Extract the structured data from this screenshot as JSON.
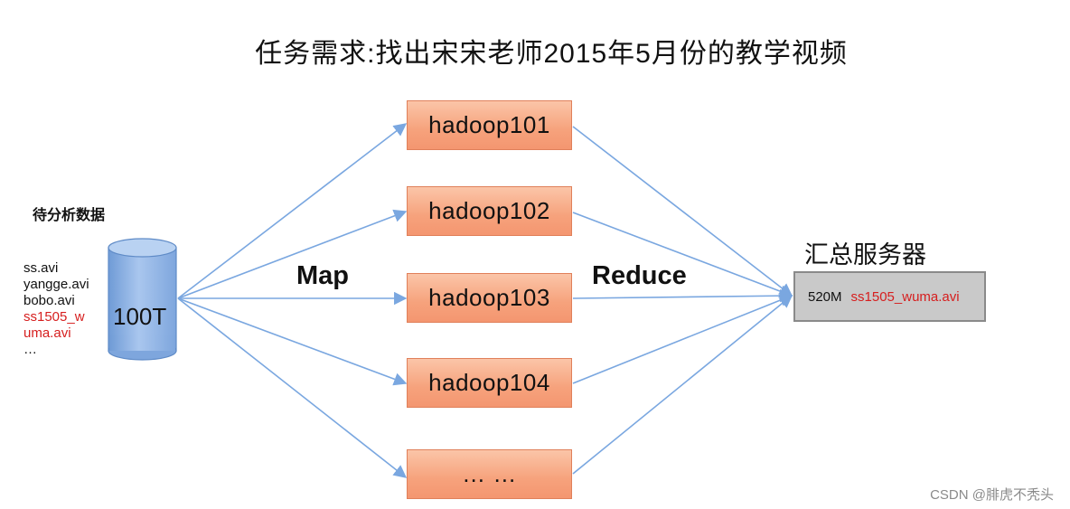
{
  "title": "任务需求:找出宋宋老师2015年5月份的教学视频",
  "pending": {
    "title": "待分析数据",
    "files": [
      {
        "text": "ss.avi",
        "highlight": false
      },
      {
        "text": "yangge.avi",
        "highlight": false
      },
      {
        "text": "bobo.avi",
        "highlight": false
      },
      {
        "text": "ss1505_w",
        "highlight": true
      },
      {
        "text": "uma.avi",
        "highlight": true
      },
      {
        "text": "…",
        "highlight": false
      }
    ],
    "cylinder_label": "100T"
  },
  "labels": {
    "map": "Map",
    "reduce": "Reduce"
  },
  "nodes": [
    "hadoop101",
    "hadoop102",
    "hadoop103",
    "hadoop104",
    "… …"
  ],
  "server": {
    "title": "汇总服务器",
    "size": "520M",
    "file": "ss1505_wuma.avi"
  },
  "colors": {
    "arrow": "#7aa7e0",
    "node_fill": "#f6a27c",
    "cylinder": "#8fb4e3",
    "server_fill": "#c9c9c9",
    "highlight": "#d61e1e"
  },
  "watermark": "CSDN @腓虎不秃头"
}
